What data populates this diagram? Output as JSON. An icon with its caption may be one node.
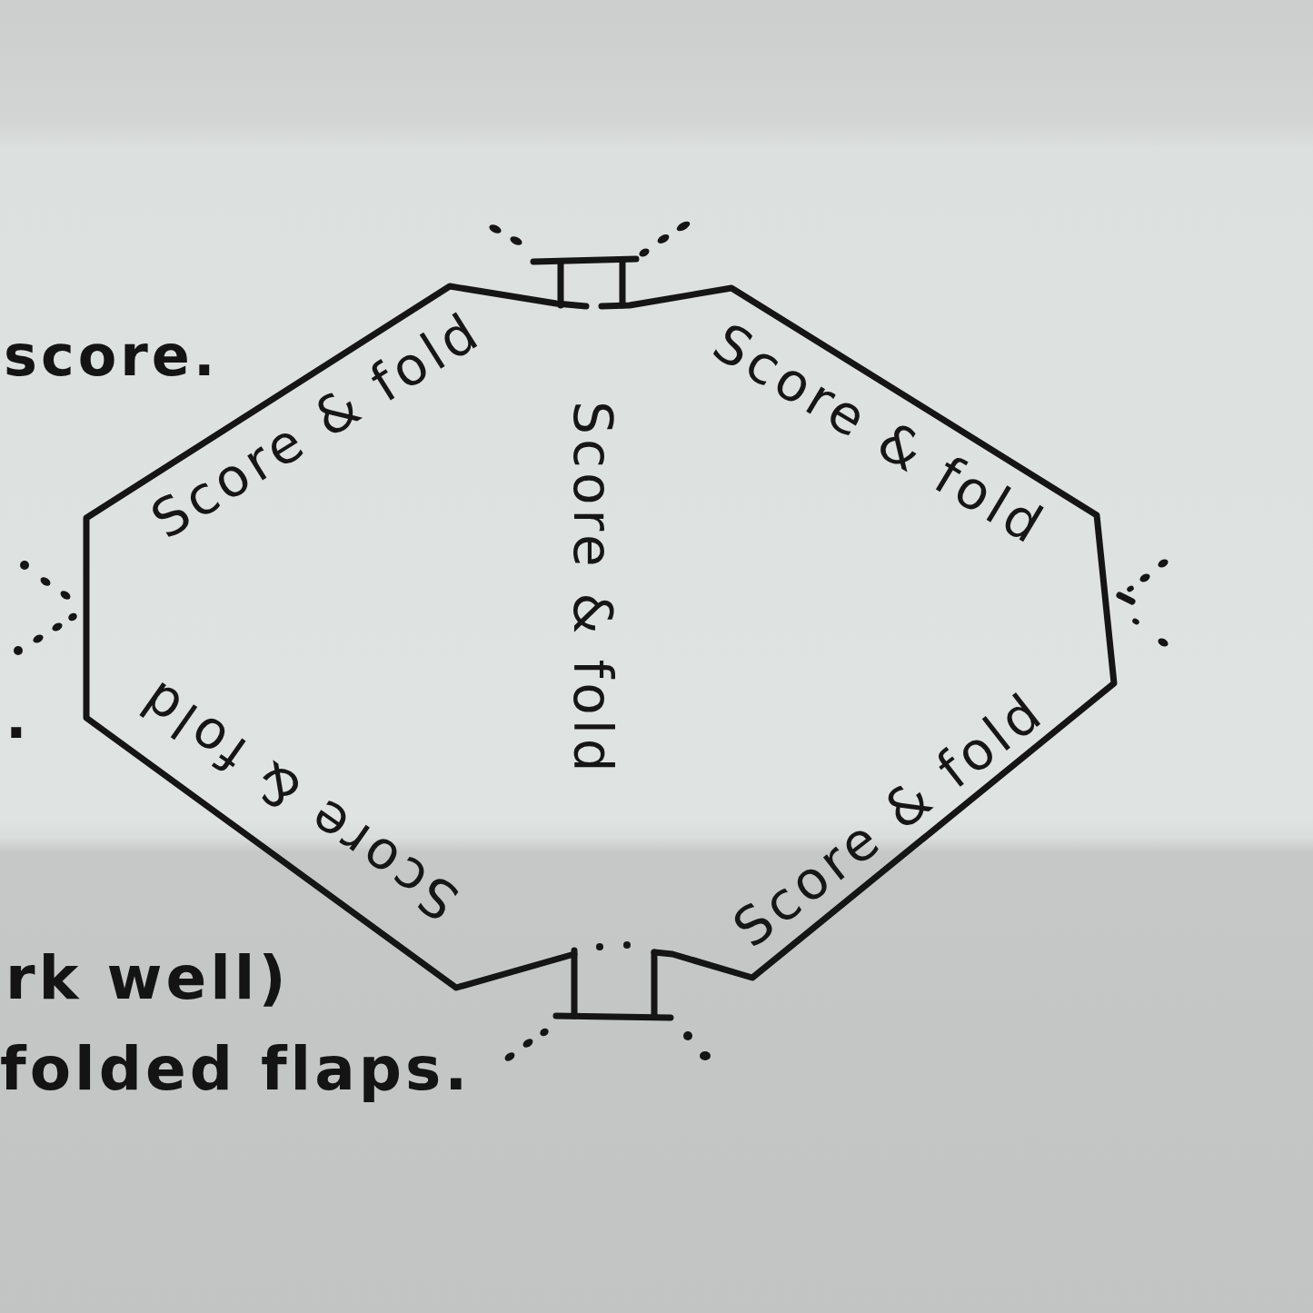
{
  "diagram": {
    "nodes": [
      {
        "text": [
          "Score & fold",
          "Score & fold",
          "Score & fold",
          "Score & fold",
          "Score & fold"
        ]
      }
    ],
    "labels": [
      "score.",
      ".",
      "rk well)",
      "folded flaps."
    ]
  }
}
